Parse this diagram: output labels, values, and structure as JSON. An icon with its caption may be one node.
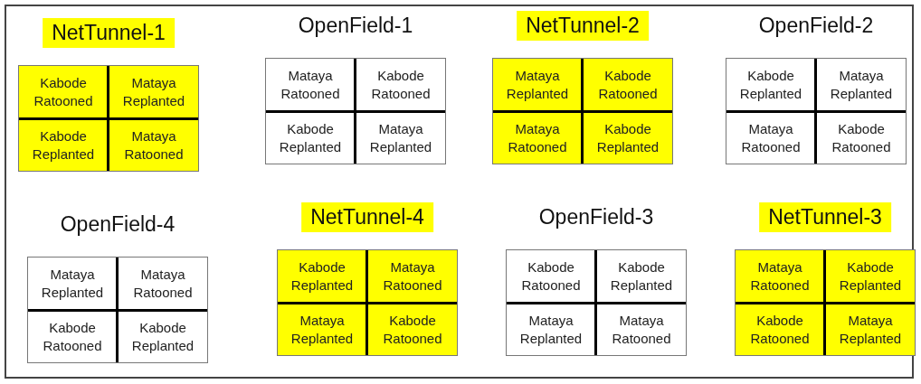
{
  "diagram": {
    "nodes": [
      {
        "text": [
          "NetTunnel-1"
        ]
      },
      {
        "text": [
          "Kabode Ratooned"
        ],
        "in": 0
      },
      {
        "text": [
          "Mataya Replanted"
        ],
        "in": 0
      },
      {
        "text": [
          "Kabode Replanted"
        ],
        "in": 0
      },
      {
        "text": [
          "Mataya Ratooned"
        ],
        "in": 0
      },
      {
        "text": [
          "OpenField-1"
        ]
      },
      {
        "text": [
          "Mataya Ratooned"
        ],
        "in": 5
      },
      {
        "text": [
          "Kabode Ratooned"
        ],
        "in": 5
      },
      {
        "text": [
          "Kabode Replanted"
        ],
        "in": 5
      },
      {
        "text": [
          "Mataya Replanted"
        ],
        "in": 5
      },
      {
        "text": [
          "NetTunnel-2"
        ]
      },
      {
        "text": [
          "Mataya Replanted"
        ],
        "in": 10
      },
      {
        "text": [
          "Kabode Ratooned"
        ],
        "in": 10
      },
      {
        "text": [
          "Mataya Ratooned"
        ],
        "in": 10
      },
      {
        "text": [
          "Kabode Replanted"
        ],
        "in": 10
      },
      {
        "text": [
          "OpenField-2"
        ]
      },
      {
        "text": [
          "Kabode Replanted"
        ],
        "in": 15
      },
      {
        "text": [
          "Mataya Replanted"
        ],
        "in": 15
      },
      {
        "text": [
          "Mataya Ratooned"
        ],
        "in": 15
      },
      {
        "text": [
          "Kabode Ratooned"
        ],
        "in": 15
      },
      {
        "text": [
          "OpenField-4"
        ]
      },
      {
        "text": [
          "Mataya Replanted"
        ],
        "in": 20
      },
      {
        "text": [
          "Mataya Ratooned"
        ],
        "in": 20
      },
      {
        "text": [
          "Kabode Ratooned"
        ],
        "in": 20
      },
      {
        "text": [
          "Kabode Replanted"
        ],
        "in": 20
      },
      {
        "text": [
          "NetTunnel-4"
        ]
      },
      {
        "text": [
          "Kabode Replanted"
        ],
        "in": 25
      },
      {
        "text": [
          "Mataya Ratooned"
        ],
        "in": 25
      },
      {
        "text": [
          "Mataya Replanted"
        ],
        "in": 25
      },
      {
        "text": [
          "Kabode Ratooned"
        ],
        "in": 25
      },
      {
        "text": [
          "OpenField-3"
        ]
      },
      {
        "text": [
          "Kabode Ratooned"
        ],
        "in": 30
      },
      {
        "text": [
          "Kabode Replanted"
        ],
        "in": 30
      },
      {
        "text": [
          "Mataya Replanted"
        ],
        "in": 30
      },
      {
        "text": [
          "Mataya Ratooned"
        ],
        "in": 30
      },
      {
        "text": [
          "NetTunnel-3"
        ]
      },
      {
        "text": [
          "Mataya Ratooned"
        ],
        "in": 35
      },
      {
        "text": [
          "Kabode Replanted"
        ],
        "in": 35
      },
      {
        "text": [
          "Kabode Ratooned"
        ],
        "in": 35
      },
      {
        "text": [
          "Mataya Replanted"
        ],
        "in": 35
      }
    ]
  }
}
